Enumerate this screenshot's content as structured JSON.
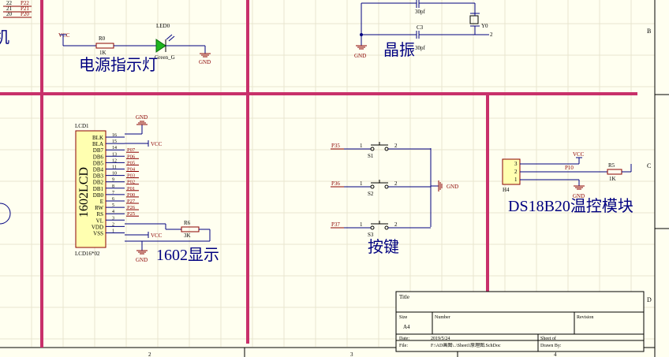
{
  "sections": {
    "power_led": "电源指示灯",
    "crystal": "晶振",
    "lcd": "1602显示",
    "buttons": "按键",
    "ds18b20": "DS18B20温控模块"
  },
  "power": {
    "vcc": "VCC",
    "r0": "R0",
    "r0_value": "1K",
    "led": "LED0",
    "led_value": "Green_G",
    "gnd": "GND"
  },
  "crystal_circuit": {
    "cap_top": "30pf",
    "cap_bottom_ref": "C3",
    "cap_bottom": "30pf",
    "crystal_ref": "Y0",
    "pin_label": "2",
    "gnd": "GND"
  },
  "lcd1602": {
    "ref": "LCD1",
    "body_label": "1602LCD",
    "footprint": "LCD16*02",
    "gnd": "GND",
    "vcc_top": "VCC",
    "vcc_bottom": "VCC",
    "gnd_bottom": "GND",
    "r6": "R6",
    "r6_value": "3K",
    "pins": [
      {
        "name": "BLK",
        "num": "16",
        "net": ""
      },
      {
        "name": "BLA",
        "num": "15",
        "net": ""
      },
      {
        "name": "DB7",
        "num": "14",
        "net": "P07"
      },
      {
        "name": "DB6",
        "num": "13",
        "net": "P06"
      },
      {
        "name": "DB5",
        "num": "12",
        "net": "P05"
      },
      {
        "name": "DB4",
        "num": "11",
        "net": "P04"
      },
      {
        "name": "DB3",
        "num": "10",
        "net": "P03"
      },
      {
        "name": "DB2",
        "num": "9",
        "net": "P02"
      },
      {
        "name": "DB1",
        "num": "8",
        "net": "P01"
      },
      {
        "name": "DB0",
        "num": "7",
        "net": "P00"
      },
      {
        "name": "E",
        "num": "6",
        "net": "P27"
      },
      {
        "name": "RW",
        "num": "5",
        "net": "P26"
      },
      {
        "name": "RS",
        "num": "4",
        "net": "P25"
      },
      {
        "name": "VL",
        "num": "3",
        "net": ""
      },
      {
        "name": "VDD",
        "num": "2",
        "net": ""
      },
      {
        "name": "VSS",
        "num": "1",
        "net": ""
      }
    ]
  },
  "buttons": {
    "items": [
      {
        "net": "P35",
        "ref": "S1"
      },
      {
        "net": "P36",
        "ref": "S2"
      },
      {
        "net": "P37",
        "ref": "S3"
      }
    ],
    "pin1": "1",
    "pin2": "2",
    "gnd": "GND"
  },
  "ds18b20_circuit": {
    "ref": "H4",
    "pins": [
      "3",
      "2",
      "1"
    ],
    "vcc": "VCC",
    "net": "P10",
    "r5": "R5",
    "r5_value": "1K",
    "gnd": "GND"
  },
  "title_block": {
    "title_label": "Title",
    "size_label": "Size",
    "size_value": "A4",
    "number_label": "Number",
    "revision_label": "Revision",
    "date_label": "Date:",
    "date_value": "2019/5/24",
    "sheet_label": "Sheet    of",
    "file_label": "File:",
    "file_value": "F:\\AD画图\\..\\Sheet1原理图.SchDoc",
    "drawn_label": "Drawn By:"
  },
  "border": {
    "zones_right": [
      "B",
      "C",
      "D"
    ],
    "zones_bottom": [
      "2",
      "3",
      "4"
    ],
    "topleft_rows": [
      "22",
      "21",
      "20"
    ],
    "topleft_nets": [
      "P22",
      "P21",
      "P20"
    ],
    "left_fragment": "机"
  }
}
